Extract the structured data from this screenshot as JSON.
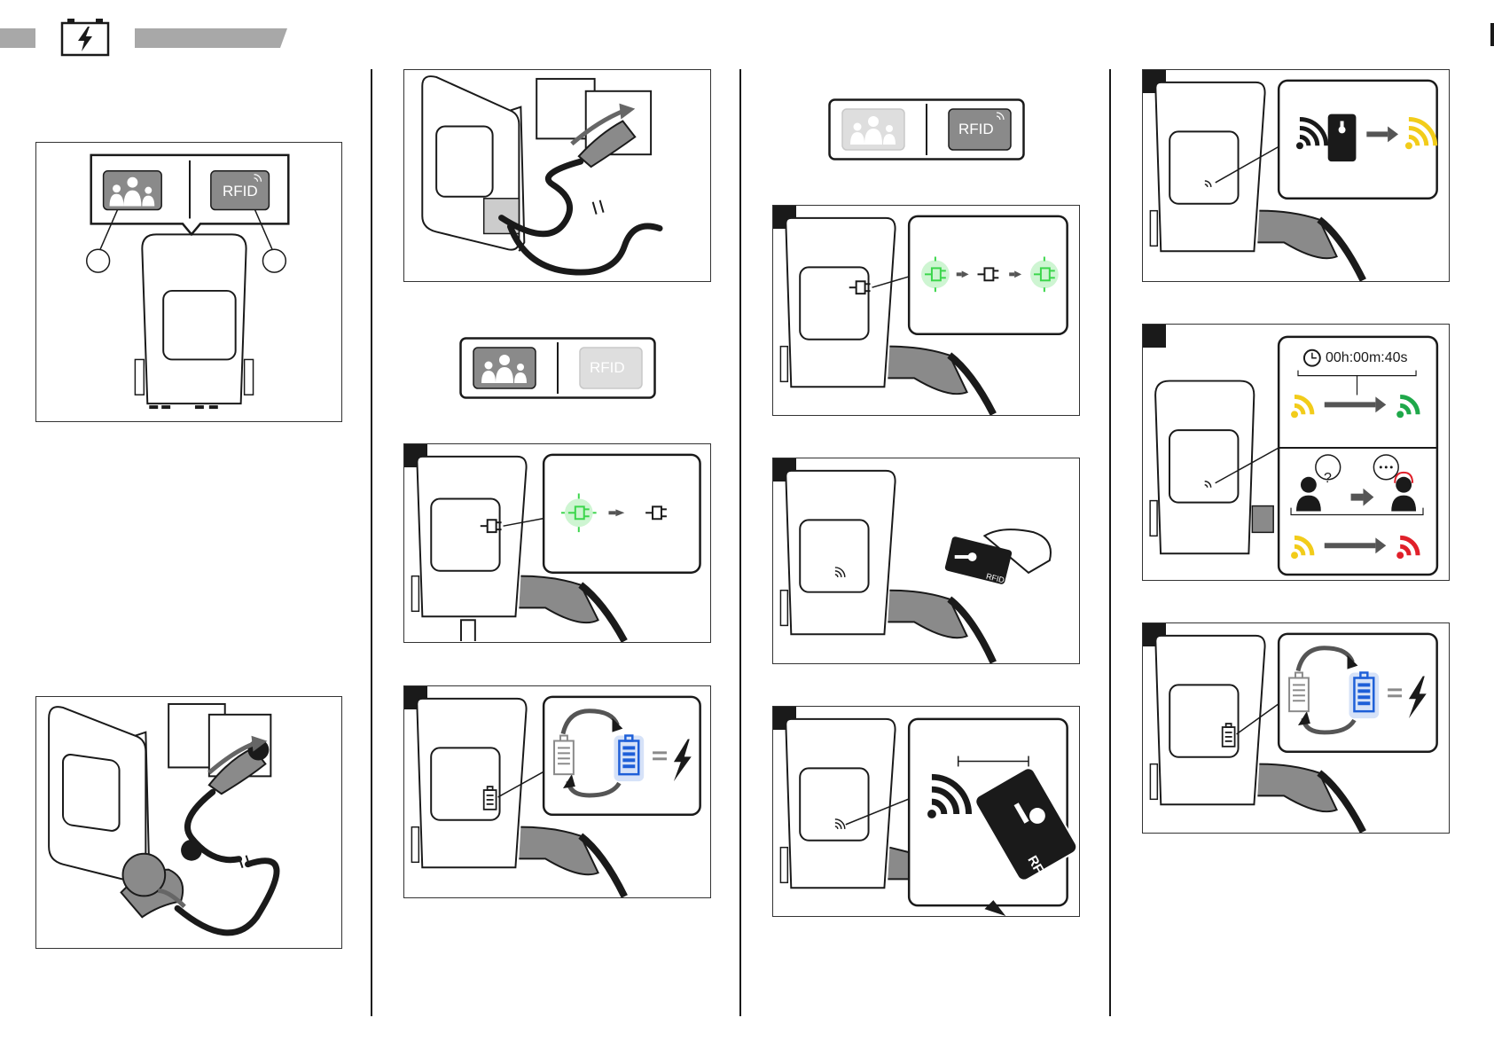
{
  "header": {
    "icon": "battery-charge-icon"
  },
  "labels": {
    "rfid": "RFID",
    "timer": "00h:00m:40s",
    "card_rfid": "RFID"
  },
  "colors": {
    "ink": "#1a1a1a",
    "gray_mode": "#8a8a8a",
    "disabled": "#dedede",
    "led_green": "#3bd64b",
    "wifi_yellow": "#f2cc1a",
    "wifi_green": "#1fa84a",
    "wifi_red": "#e0202a",
    "battery_blue": "#1e5fd8",
    "header_bar": "#a8a8a8"
  },
  "icons": [
    "users-icon",
    "rfid-icon",
    "plug-icon",
    "battery-icon",
    "lightning-icon",
    "wifi-icon",
    "rfid-card-icon",
    "clock-icon",
    "person-question-icon",
    "support-agent-icon",
    "cable-connector-icon"
  ]
}
